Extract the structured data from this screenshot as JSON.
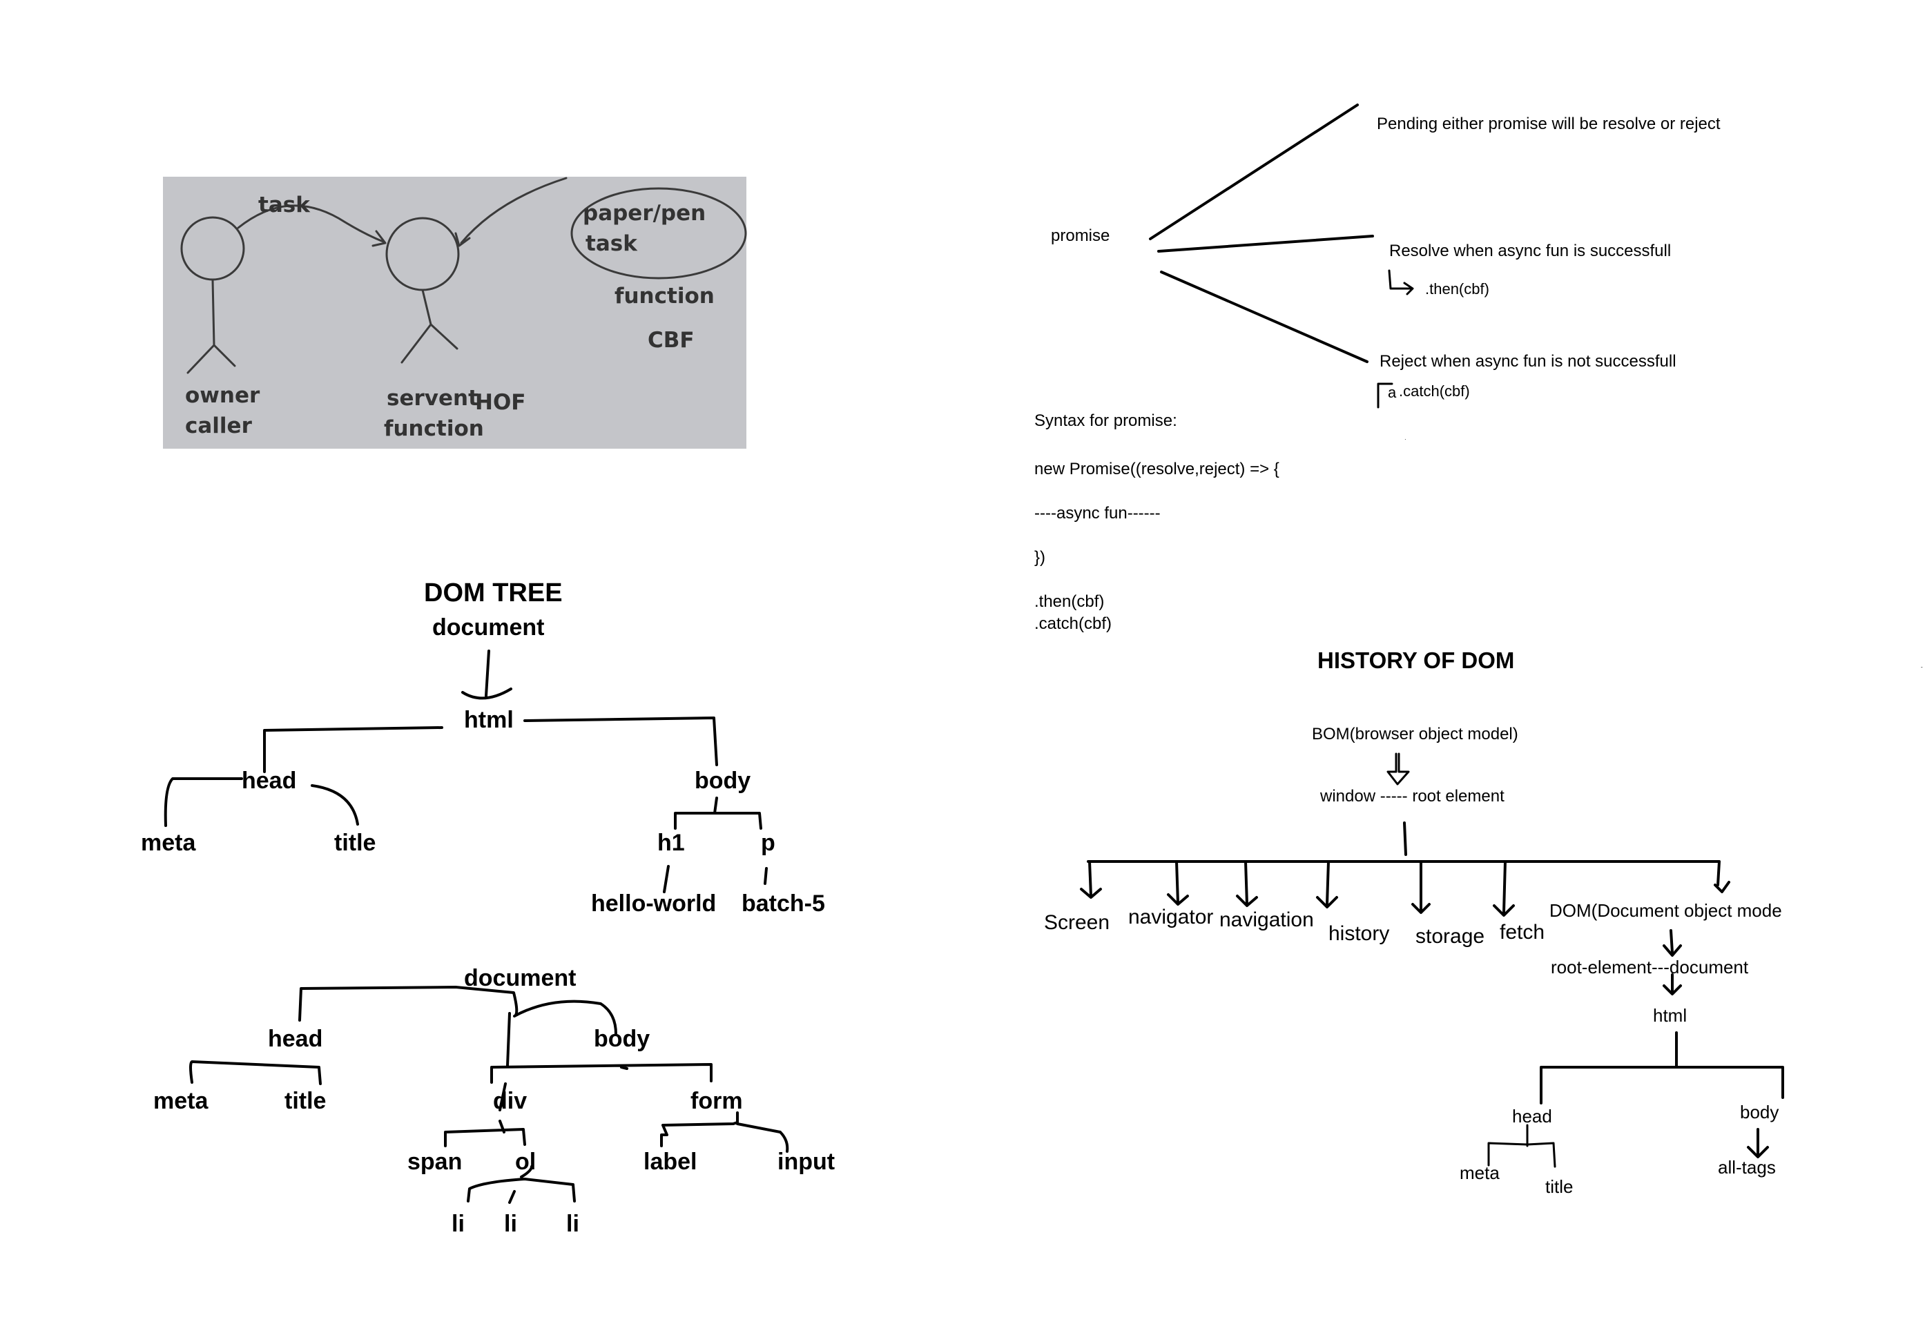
{
  "hof_sketch": {
    "task_arrow_label": "task",
    "owner": "owner",
    "caller": "caller",
    "servent": "servent",
    "hof": "HOF",
    "function": "function",
    "circle_line1": "paper/pen",
    "circle_line2": "task",
    "cb_function": "function",
    "cbf": "CBF"
  },
  "dom_tree_1": {
    "heading": "DOM TREE",
    "document": "document",
    "html": "html",
    "head": "head",
    "body": "body",
    "meta": "meta",
    "title": "title",
    "h1": "h1",
    "p": "p",
    "hello_world": "hello-world",
    "batch": "batch-5"
  },
  "dom_tree_2": {
    "document": "document",
    "head": "head",
    "body": "body",
    "meta": "meta",
    "title": "title",
    "div": "div",
    "form": "form",
    "span": "span",
    "ol": "ol",
    "label": "label",
    "input": "input",
    "li": [
      "li",
      "li",
      "li"
    ]
  },
  "promise": {
    "label": "promise",
    "pending": "Pending either promise will be resolve or reject",
    "resolve": "Resolve when async fun is successfull",
    "then": ".then(cbf)",
    "reject": "Reject when async fun is not successfull",
    "catch_prefix": "a",
    "catch": ".catch(cbf)",
    "syntax_heading": "Syntax for promise:",
    "code": [
      "new Promise((resolve,reject) => {",
      "----async fun------",
      "})",
      ".then(cbf)",
      ".catch(cbf)"
    ]
  },
  "history_of_dom": {
    "heading": "HISTORY OF DOM",
    "bom": "BOM(browser object model)",
    "window": "window ----- root element",
    "children": [
      "Screen",
      "navigator",
      "navigation",
      "history",
      "storage",
      "fetch"
    ],
    "dom": "DOM(Document object mode",
    "root_document": "root-element---document",
    "html": "html",
    "head": "head",
    "body": "body",
    "meta": "meta",
    "title": "title",
    "all_tags": "all-tags"
  },
  "colors": {
    "ink": "#000000",
    "photo_bg": "#c4c5c9",
    "pencil": "#333333"
  }
}
